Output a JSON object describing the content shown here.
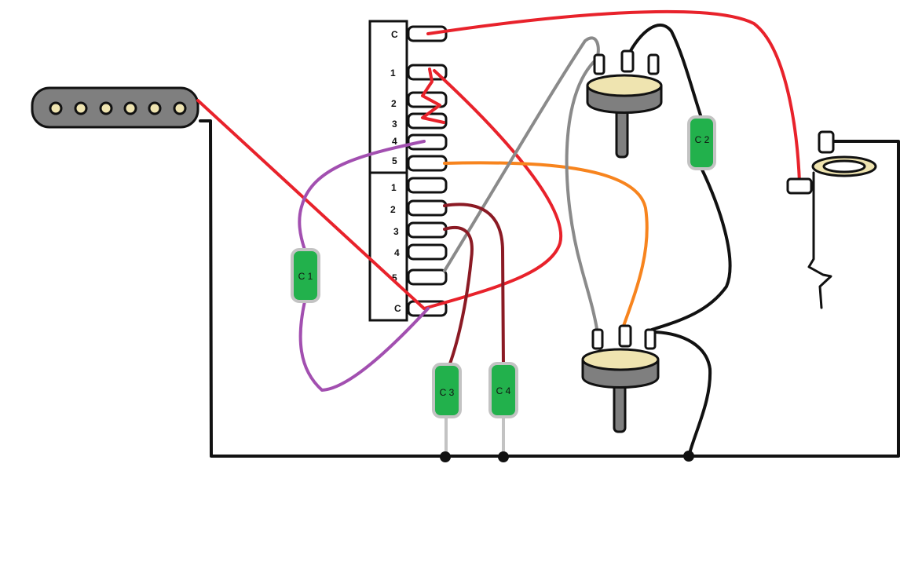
{
  "switch": {
    "upper_labels": [
      "C",
      "1",
      "2",
      "3",
      "4",
      "5"
    ],
    "lower_labels": [
      "1",
      "2",
      "3",
      "4",
      "5",
      "C"
    ]
  },
  "capacitors": {
    "c1": "C 1",
    "c2": "C 2",
    "c3": "C 3",
    "c4": "C 4"
  },
  "colors": {
    "red": "#e8222b",
    "black": "#111111",
    "purple": "#a24fb0",
    "orange": "#f7841e",
    "gray": "#8a8a8a",
    "maroon": "#8b1a24",
    "cap_green": "#22b14c",
    "pot_cream": "#efe4b0",
    "pickup_gray": "#7f7f7f"
  }
}
